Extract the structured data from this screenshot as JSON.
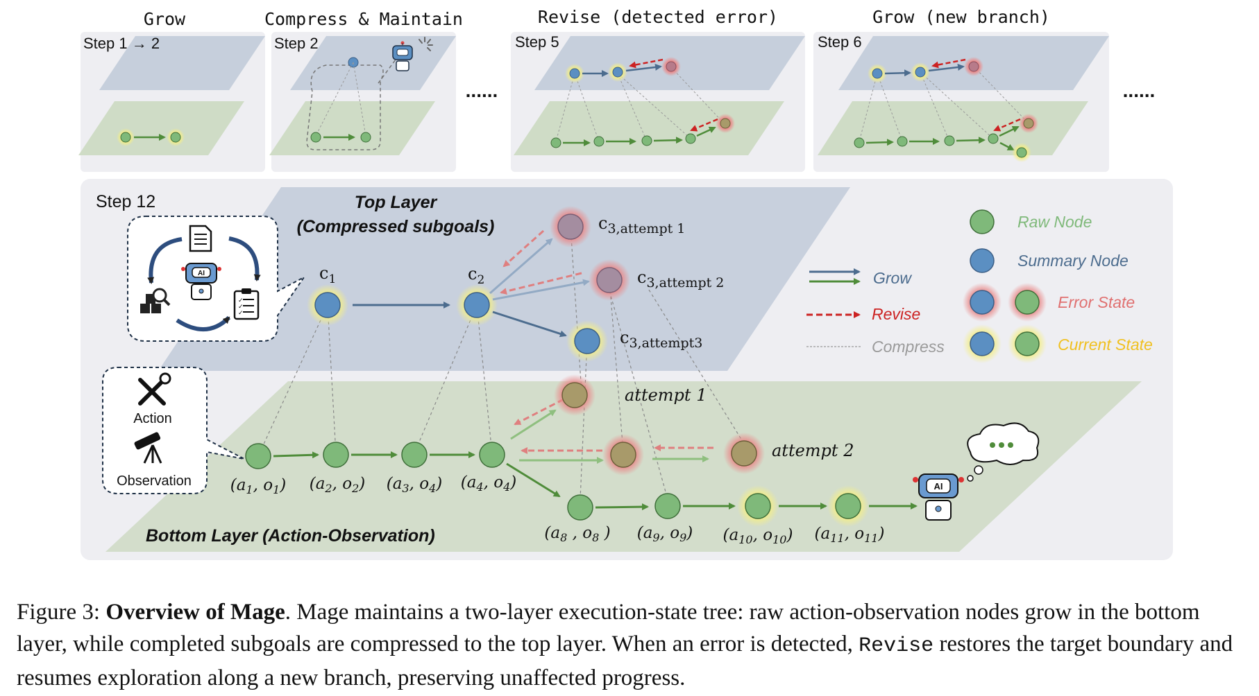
{
  "steps": {
    "grow_title": "Grow",
    "compress_title": "Compress & Maintain",
    "revise_title": "Revise (detected error)",
    "grow_branch_title": "Grow (new branch)",
    "step1": "Step 1 → 2",
    "step2": "Step 2",
    "step5": "Step 5",
    "step6": "Step 6",
    "ellipsis": "......",
    "ellipsis_end": "......"
  },
  "main": {
    "step12": "Step 12",
    "top_layer_line1": "Top Layer",
    "top_layer_line2": "(Compressed subgoals)",
    "bottom_layer": "Bottom Layer (Action-Observation)",
    "c1": "c",
    "c1_sub": "1",
    "c2": "c",
    "c2_sub": "2",
    "c3a1": "c",
    "c3a1_sub": "3,attempt 1",
    "c3a2": "c",
    "c3a2_sub": "3,attempt 2",
    "c3a3": "c",
    "c3a3_sub": "3,attempt3",
    "attempt1": "attempt 1",
    "attempt2": "attempt 2",
    "action": "Action",
    "observation": "Observation",
    "ai_badge": "AI",
    "nodes": [
      {
        "a": "a",
        "as": "1",
        "o": "o",
        "os": "1"
      },
      {
        "a": "a",
        "as": "2",
        "o": "o",
        "os": "2"
      },
      {
        "a": "a",
        "as": "3",
        "o": "o",
        "os": "4"
      },
      {
        "a": "a",
        "as": "4",
        "o": "o",
        "os": "4"
      },
      {
        "a": "a",
        "as": "8",
        "o": "o",
        "os": "8"
      },
      {
        "a": "a",
        "as": "9",
        "o": "o",
        "os": "9"
      },
      {
        "a": "a",
        "as": "10",
        "o": "o",
        "os": "10"
      },
      {
        "a": "a",
        "as": "11",
        "o": "o",
        "os": "11"
      }
    ]
  },
  "legend": {
    "grow": "Grow",
    "revise": "Revise",
    "compress": "Compress",
    "raw_node": "Raw Node",
    "summary_node": "Summary Node",
    "error_state": "Error State",
    "current_state": "Current State"
  },
  "caption": {
    "prefix": "Figure 3: ",
    "bold_title": "Overview of Mage",
    "after_title": ". ",
    "name": "Mage",
    "part1": " maintains a two-layer execution-state tree: raw action-observation nodes grow in the bottom layer, while completed subgoals are compressed to the top layer. When an error is detected, ",
    "code": "Revise",
    "part2": " restores the target boundary and resumes exploration along a new branch, preserving unaffected progress."
  },
  "colors": {
    "raw_node": "#7fb97a",
    "summary_node": "#5b8fc2",
    "error_glow": "#e06a6a",
    "current_glow": "#f2ea7a",
    "grow_blue": "#4c6c8e",
    "grow_green": "#4f8c3a",
    "revise_red": "#cc2222",
    "compress_gray": "#9a9a9a",
    "legend_raw": "#7fb97a",
    "legend_summary": "#4c6c8e",
    "legend_error": "#e07070",
    "legend_current": "#f0c020"
  }
}
